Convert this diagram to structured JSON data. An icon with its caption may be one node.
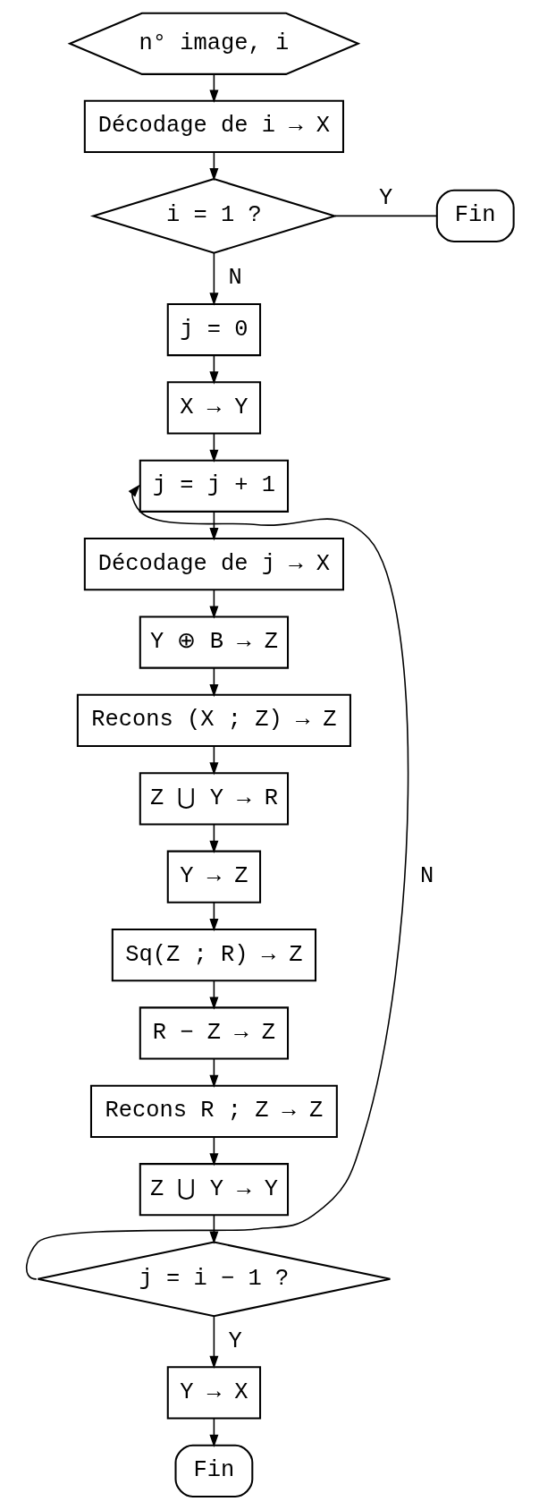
{
  "diagram": {
    "nodes": [
      {
        "text": [
          "n° image, i"
        ]
      },
      {
        "text": [
          "Décodage de i → X"
        ]
      },
      {
        "text": [
          "i = 1 ?"
        ]
      },
      {
        "text": [
          "Fin"
        ]
      },
      {
        "text": [
          "j = 0"
        ]
      },
      {
        "text": [
          "X → Y"
        ]
      },
      {
        "text": [
          "j = j + 1"
        ]
      },
      {
        "text": [
          "Décodage de j → X"
        ]
      },
      {
        "text": [
          "Y ⊕ B → Z"
        ]
      },
      {
        "text": [
          "Recons (X ; Z) → Z"
        ]
      },
      {
        "text": [
          "Z ⋃ Y → R"
        ]
      },
      {
        "text": [
          "Y → Z"
        ]
      },
      {
        "text": [
          "Sq(Z ; R) → Z"
        ]
      },
      {
        "text": [
          "R − Z → Z"
        ]
      },
      {
        "text": [
          "Recons R ; Z → Z"
        ]
      },
      {
        "text": [
          "Z ⋃ Y → Y"
        ]
      },
      {
        "text": [
          "j = i − 1 ?"
        ]
      },
      {
        "text": [
          "Y → X"
        ]
      },
      {
        "text": [
          "Fin"
        ]
      }
    ],
    "edges": [
      {
        "from": 0,
        "to": 1,
        "arrow": "to"
      },
      {
        "from": 1,
        "to": 2,
        "arrow": "to"
      },
      {
        "from": 2,
        "to": 3,
        "arrow": "none",
        "label": "Y"
      },
      {
        "from": 2,
        "to": 4,
        "arrow": "to",
        "label": "N"
      },
      {
        "from": 4,
        "to": 5,
        "arrow": "to"
      },
      {
        "from": 5,
        "to": 6,
        "arrow": "to"
      },
      {
        "from": 6,
        "to": 7,
        "arrow": "to"
      },
      {
        "from": 7,
        "to": 8,
        "arrow": "to"
      },
      {
        "from": 8,
        "to": 9,
        "arrow": "to"
      },
      {
        "from": 9,
        "to": 10,
        "arrow": "to"
      },
      {
        "from": 10,
        "to": 11,
        "arrow": "to"
      },
      {
        "from": 11,
        "to": 12,
        "arrow": "to"
      },
      {
        "from": 12,
        "to": 13,
        "arrow": "to"
      },
      {
        "from": 13,
        "to": 14,
        "arrow": "to"
      },
      {
        "from": 14,
        "to": 15,
        "arrow": "to"
      },
      {
        "from": 15,
        "to": 16,
        "arrow": "to"
      },
      {
        "from": 16,
        "to": 6,
        "arrow": "to",
        "label": "N"
      },
      {
        "from": 16,
        "to": 17,
        "arrow": "to",
        "label": "Y"
      },
      {
        "from": 17,
        "to": 18,
        "arrow": "to"
      }
    ]
  }
}
